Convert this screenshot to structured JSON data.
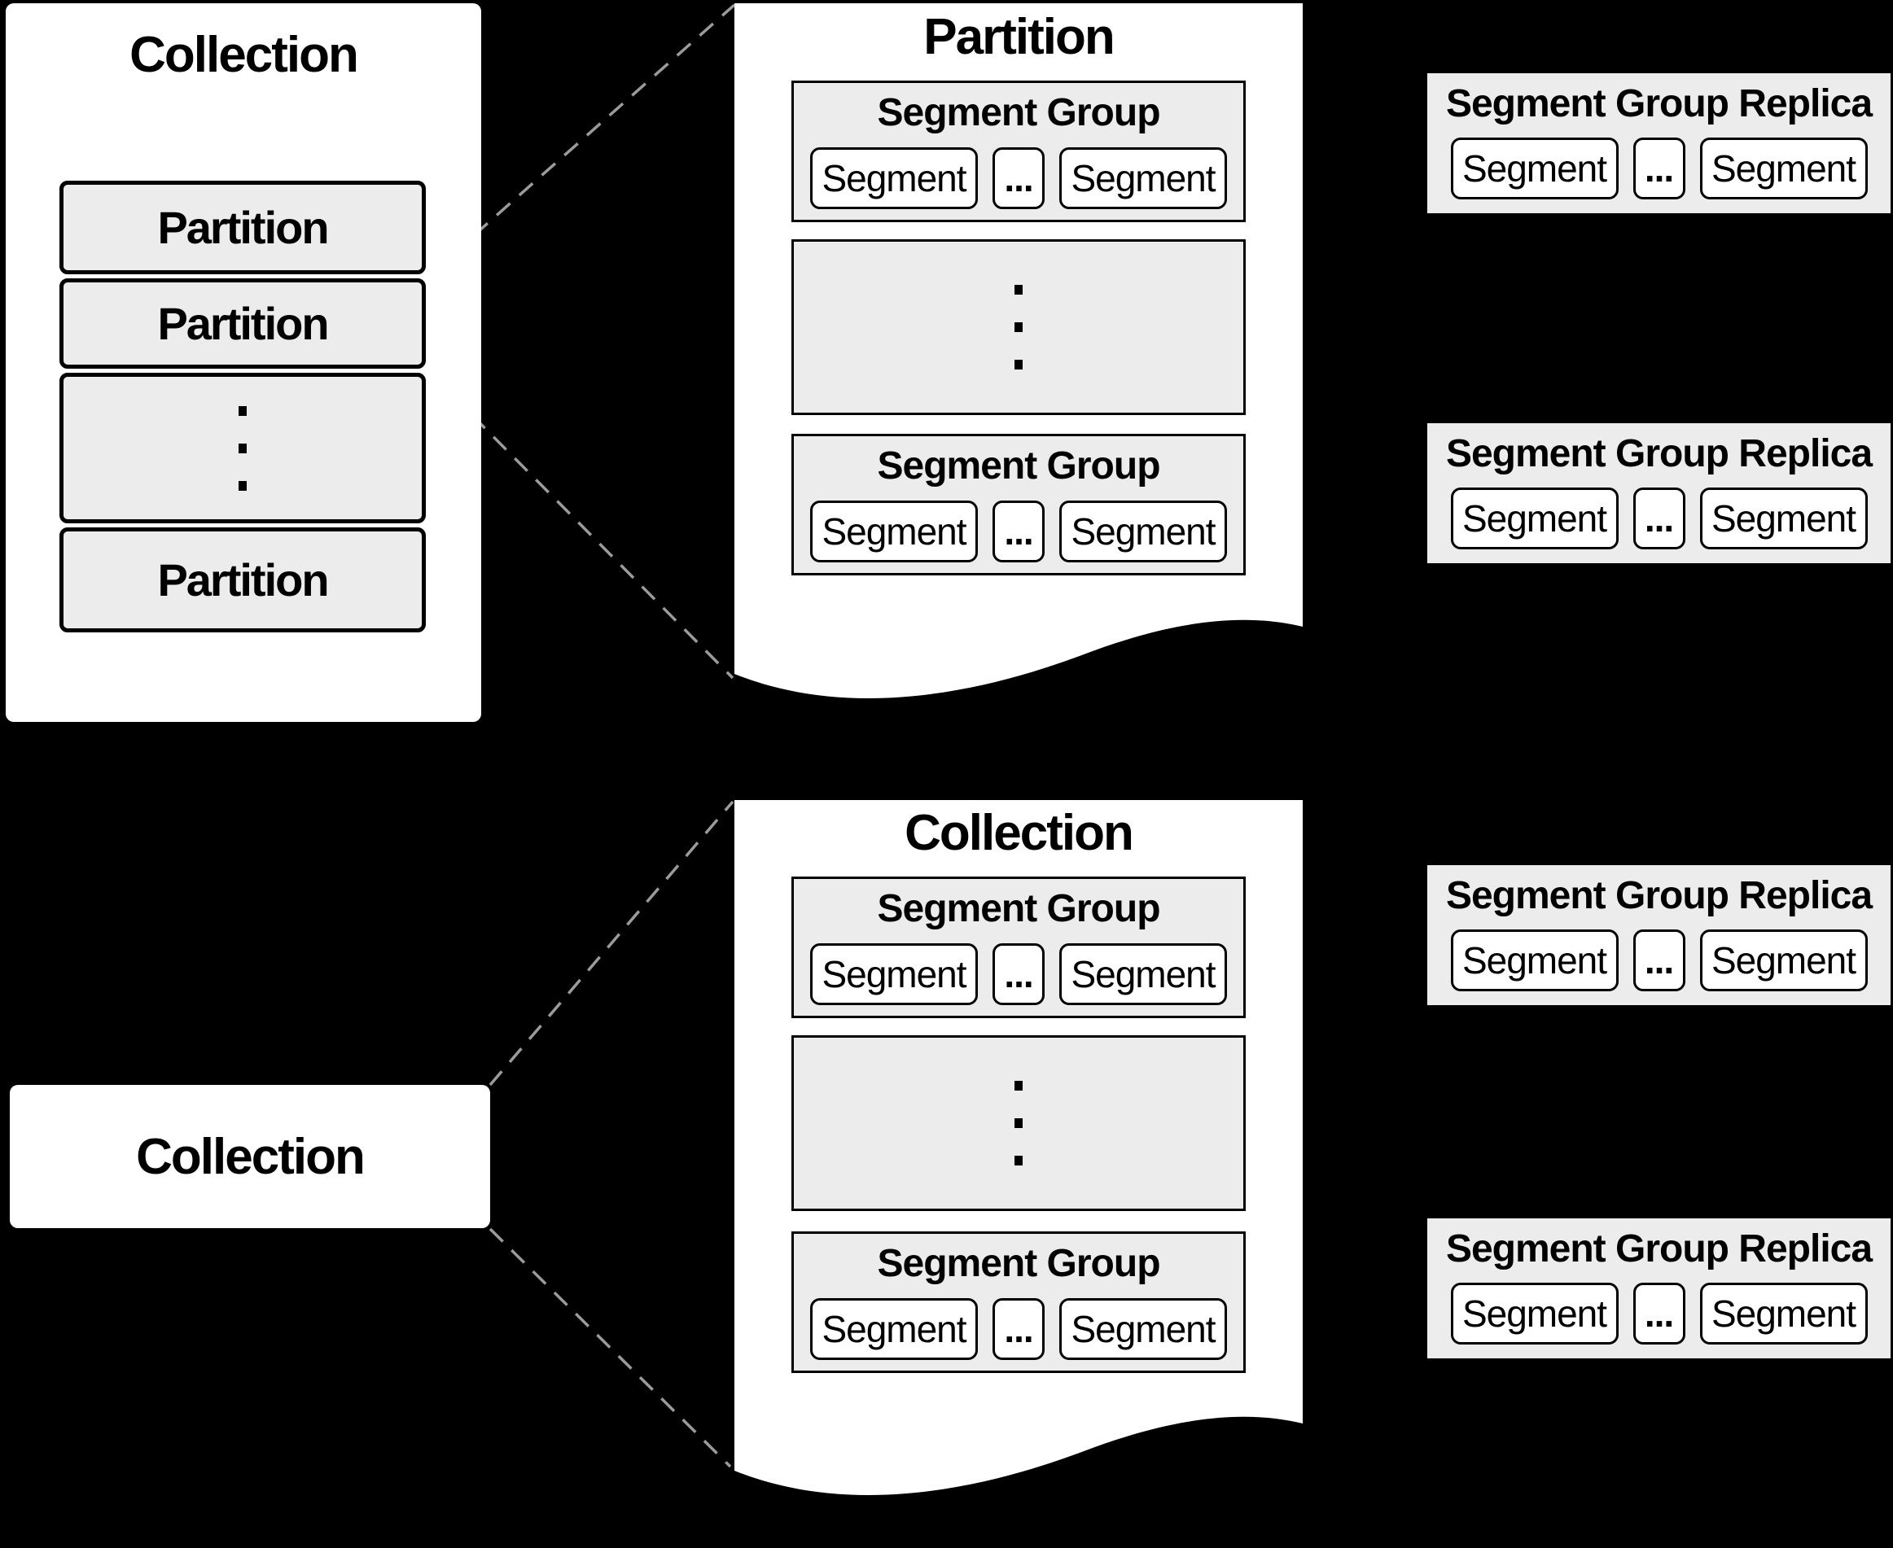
{
  "colors": {
    "background": "#000000",
    "panel": "#ffffff",
    "box_fill": "#ececec",
    "border": "#000000",
    "dashed_line": "#9b9b9b"
  },
  "left_panel": {
    "title": "Collection",
    "partitions": [
      "Partition",
      "Partition",
      "Partition"
    ]
  },
  "zoom_panels": [
    {
      "title": "Partition",
      "groups": [
        {
          "title": "Segment Group",
          "segments": [
            "Segment",
            "...",
            "Segment"
          ]
        },
        {
          "title": "Segment Group",
          "segments": [
            "Segment",
            "...",
            "Segment"
          ]
        }
      ]
    },
    {
      "title": "Collection",
      "groups": [
        {
          "title": "Segment Group",
          "segments": [
            "Segment",
            "...",
            "Segment"
          ]
        },
        {
          "title": "Segment Group",
          "segments": [
            "Segment",
            "...",
            "Segment"
          ]
        }
      ]
    }
  ],
  "collection_box": {
    "title": "Collection"
  },
  "replicas": [
    {
      "title": "Segment Group Replica",
      "segments": [
        "Segment",
        "...",
        "Segment"
      ]
    },
    {
      "title": "Segment Group Replica",
      "segments": [
        "Segment",
        "...",
        "Segment"
      ]
    },
    {
      "title": "Segment Group Replica",
      "segments": [
        "Segment",
        "...",
        "Segment"
      ]
    },
    {
      "title": "Segment Group Replica",
      "segments": [
        "Segment",
        "...",
        "Segment"
      ]
    }
  ]
}
